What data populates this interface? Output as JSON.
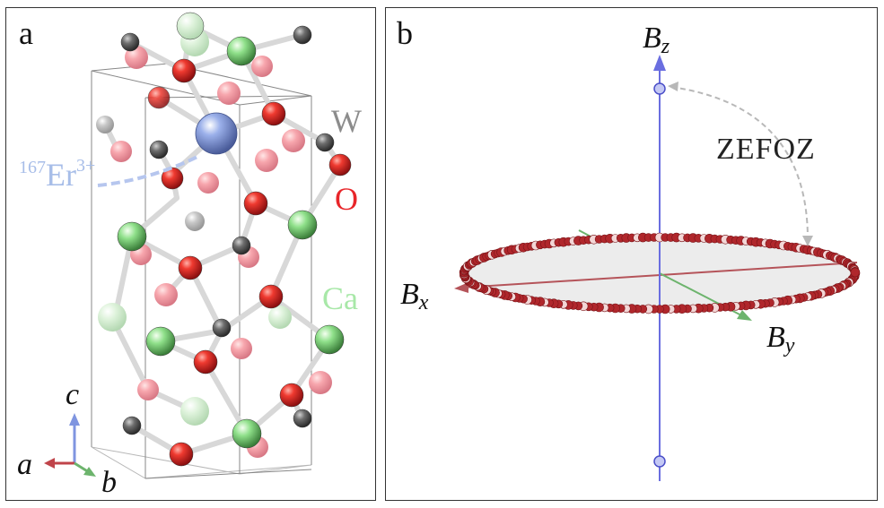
{
  "panel_a": {
    "label": "a",
    "elements": {
      "w": {
        "label": "W",
        "color": "#8c8c8c"
      },
      "o": {
        "label": "O",
        "color": "#e8262a"
      },
      "ca": {
        "label": "Ca",
        "color": "#a8e8a8"
      },
      "er": {
        "label_sup1": "167",
        "label_main": "Er",
        "label_sup2": "3+",
        "color": "#a7bde8"
      }
    },
    "axes": {
      "a": "a",
      "b": "b",
      "c": "c"
    }
  },
  "panel_b": {
    "label": "b",
    "axes": {
      "bx_main": "B",
      "bx_sub": "x",
      "by_main": "B",
      "by_sub": "y",
      "bz_main": "B",
      "bz_sub": "z"
    },
    "annotation": "ZEFOZ",
    "colors": {
      "x_axis": "#b5545a",
      "y_axis": "#6db46d",
      "z_axis": "#6a6ee0",
      "ring": "#b0272c"
    }
  }
}
